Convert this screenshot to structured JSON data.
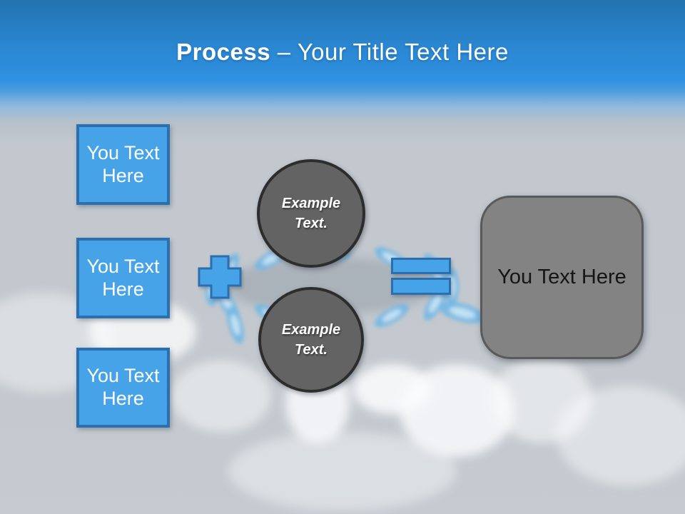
{
  "title": {
    "emphasis": "Process",
    "rest": " – Your Title Text Here"
  },
  "left_boxes": [
    {
      "label": "You Text Here"
    },
    {
      "label": "You Text Here"
    },
    {
      "label": "You Text Here"
    }
  ],
  "circles": [
    {
      "label": "Example Text."
    },
    {
      "label": "Example Text."
    }
  ],
  "result_box": {
    "label": "You Text Here"
  },
  "icons": {
    "plus": "plus-icon",
    "equals": "equals-icon"
  },
  "colors": {
    "accent_blue": "#47a3e8",
    "accent_blue_border": "#2a6fae",
    "header_blue_top": "#2273af",
    "header_blue_bright": "#2f91e2",
    "body_gray": "#c3c9cf",
    "circle_gray": "#636363",
    "circle_border": "#2d2d2d",
    "result_gray": "#838383",
    "result_border": "#5a5a5a",
    "title_text": "#ffffff",
    "flame_blue": "#74b7e4"
  }
}
